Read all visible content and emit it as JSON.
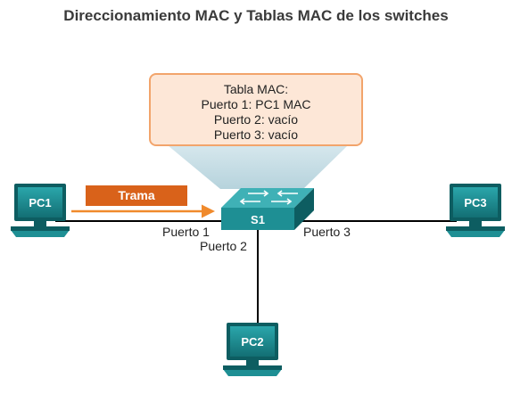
{
  "title": "Direccionamiento MAC y Tablas MAC de los switches",
  "mac_table": {
    "heading": "Tabla MAC:",
    "rows": [
      "Puerto 1: PC1 MAC",
      "Puerto 2: vacío",
      "Puerto 3: vacío"
    ]
  },
  "frame_label": "Trama",
  "switch_label": "S1",
  "ports": {
    "p1": "Puerto 1",
    "p2": "Puerto 2",
    "p3": "Puerto 3"
  },
  "pcs": {
    "pc1": "PC1",
    "pc2": "PC2",
    "pc3": "PC3"
  },
  "colors": {
    "teal": "#1e8f94",
    "teal_dark": "#0d5d61",
    "orange": "#f08a2c",
    "frame_fill": "#d9621a",
    "box_fill": "#fde7d7",
    "box_border": "#f2a46b"
  },
  "icons": [
    "computer-icon",
    "switch-icon",
    "arrow-right-icon"
  ]
}
